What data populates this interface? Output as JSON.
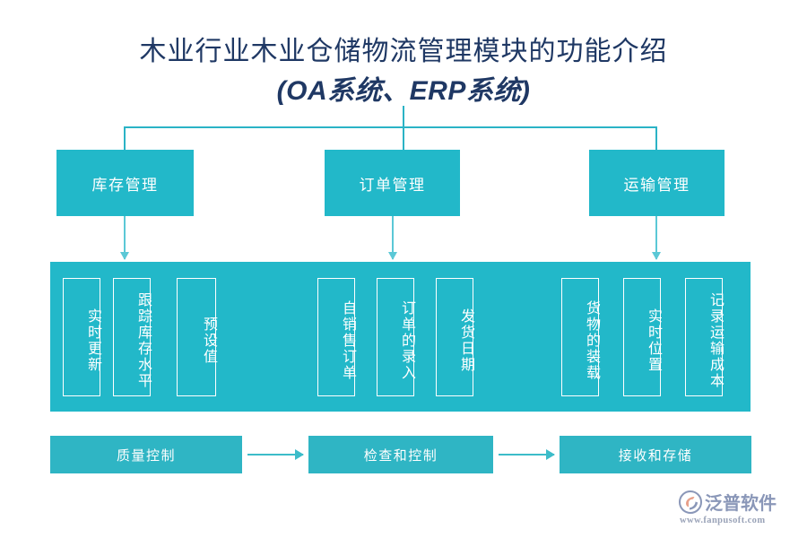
{
  "title": {
    "line1": "木业行业木业仓储物流管理模块的功能介绍",
    "line2": "(OA系统、ERP系统)"
  },
  "colors": {
    "teal": "#22B8C9",
    "teal_light": "#5BC8D6",
    "teal_bottom": "#2FB5C4",
    "title_navy": "#1F3864",
    "logo_text": "#8A97B8"
  },
  "top_boxes": [
    {
      "label": "库存管理"
    },
    {
      "label": "订单管理"
    },
    {
      "label": "运输管理"
    }
  ],
  "band": {
    "groups": [
      {
        "name": "inventory",
        "items": [
          {
            "label": "实时更新"
          },
          {
            "label": "跟踪库存水平"
          },
          {
            "label": "预设值"
          }
        ]
      },
      {
        "name": "order",
        "items": [
          {
            "label": "自销售订单"
          },
          {
            "label": "订单的录入"
          },
          {
            "label": "发货日期"
          }
        ]
      },
      {
        "name": "transport",
        "items": [
          {
            "label": "货物的装载"
          },
          {
            "label": "实时位置"
          },
          {
            "label": "记录运输成本"
          }
        ]
      }
    ]
  },
  "bottom_row": {
    "boxes": [
      {
        "label": "质量控制"
      },
      {
        "label": "检查和控制"
      },
      {
        "label": "接收和存储"
      }
    ],
    "arrow_icon": "arrow-right-icon"
  },
  "logo": {
    "name": "泛普软件",
    "url": "www.fanpusoft.com",
    "mark": "fanpu-logo-mark"
  }
}
